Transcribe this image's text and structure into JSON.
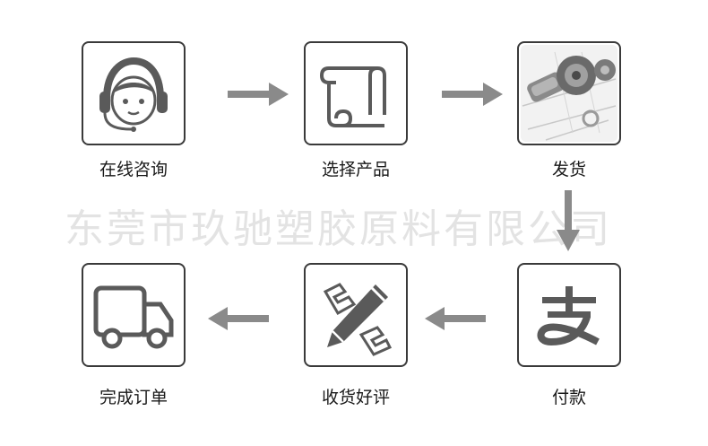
{
  "watermark": "东莞市玖驰塑胶原料有限公司",
  "steps": [
    {
      "label": "在线咨询",
      "icon": "headset-agent-icon"
    },
    {
      "label": "选择产品",
      "icon": "scroll-icon"
    },
    {
      "label": "发货",
      "icon": "machinery-photo-icon"
    },
    {
      "label": "付款",
      "icon": "alipay-icon"
    },
    {
      "label": "收货好评",
      "icon": "pencil-review-icon"
    },
    {
      "label": "完成订单",
      "icon": "delivery-truck-icon"
    }
  ],
  "colors": {
    "arrow": "#8a8a8a",
    "border": "#3a3a3a",
    "icon": "#5a5a5a"
  }
}
